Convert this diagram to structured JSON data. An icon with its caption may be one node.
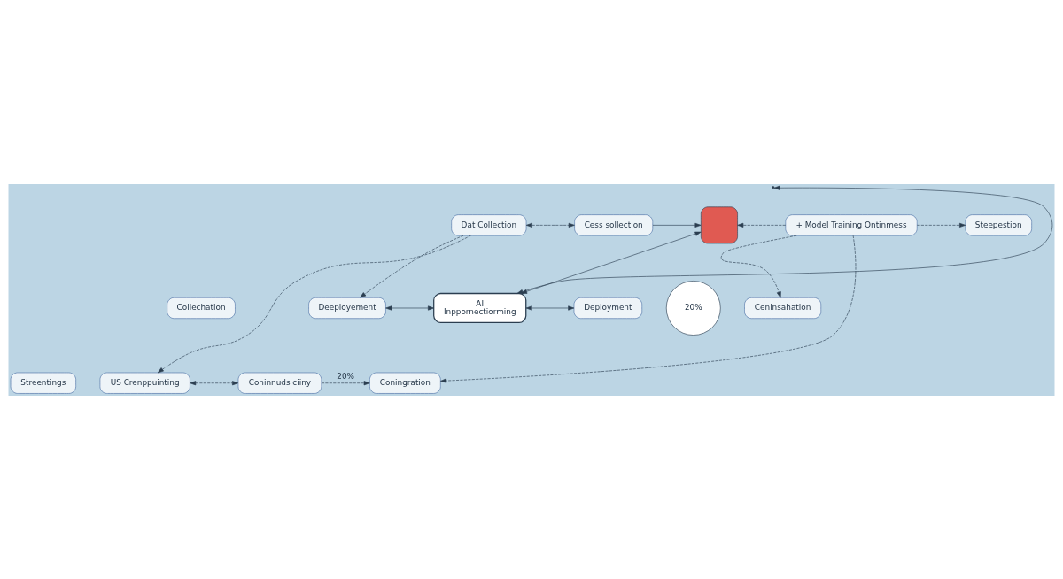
{
  "diagram": {
    "nodes": [
      {
        "text": [
          "Dat Collection"
        ]
      },
      {
        "text": [
          "Cess sollection"
        ]
      },
      {
        "text": [],
        "shape": "box"
      },
      {
        "text": [
          "+ Model Training Ontinmess"
        ]
      },
      {
        "text": [
          "Steepestion"
        ]
      },
      {
        "text": [
          "Collechation"
        ]
      },
      {
        "text": [
          "Deeployement"
        ]
      },
      {
        "text": [
          "AI",
          "Inppornectiorming"
        ]
      },
      {
        "text": [
          "Deployment"
        ]
      },
      {
        "text": [
          "20%"
        ]
      },
      {
        "text": [
          "Ceninsahation"
        ]
      },
      {
        "text": [
          "Streentings"
        ]
      },
      {
        "text": [
          "US Crenppuinting"
        ]
      },
      {
        "text": [
          "Coninnuds ciiny"
        ]
      },
      {
        "text": [
          "Coningration"
        ]
      }
    ],
    "edges": [
      {
        "from": 0,
        "to": 1,
        "arrow": "both",
        "style": "dashed"
      },
      {
        "from": 0,
        "to": 6,
        "arrow": "to",
        "style": "dashed"
      },
      {
        "from": 0,
        "to": 12,
        "arrow": "to",
        "style": "dashed"
      },
      {
        "from": 1,
        "to": 2,
        "arrow": "to"
      },
      {
        "from": 3,
        "to": 2,
        "arrow": "to",
        "style": "dashed"
      },
      {
        "from": 3,
        "to": 4,
        "arrow": "to",
        "style": "dashed"
      },
      {
        "from": 2,
        "to": 7,
        "arrow": "both"
      },
      {
        "from": 6,
        "to": 7,
        "arrow": "both"
      },
      {
        "from": 7,
        "to": 8,
        "arrow": "both"
      },
      {
        "from": 3,
        "to": 10,
        "arrow": "to",
        "style": "dashed"
      },
      {
        "from": 3,
        "to": 14,
        "arrow": "to",
        "style": "dashed"
      },
      {
        "from": 12,
        "to": 13,
        "arrow": "both",
        "style": "dashed"
      },
      {
        "from": null,
        "to": 7,
        "arrow": "both"
      },
      {
        "from": 13,
        "to": 14,
        "arrow": "to",
        "style": "dashed",
        "label": "20%"
      }
    ]
  }
}
